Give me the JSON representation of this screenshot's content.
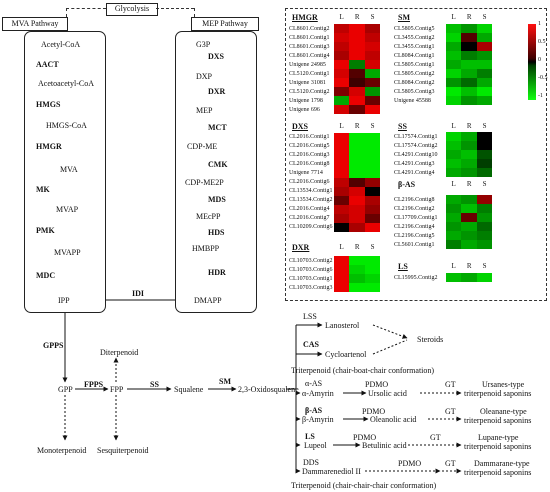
{
  "mva_label": "MVA Pathway",
  "mep_label": "MEP Pathway",
  "glycolysis_label": "Glycolysis",
  "mva": {
    "metabolites": [
      "Acetyl-CoA",
      "Acetoacetyl-CoA",
      "HMGS-CoA",
      "MVA",
      "MVAP",
      "MVAPP",
      "IPP"
    ],
    "enzymes": [
      "AACT",
      "HMGS",
      "HMGR",
      "MK",
      "PMK",
      "MDC"
    ]
  },
  "mep": {
    "metabolites": [
      "G3P",
      "DXP",
      "MEP",
      "CDP-ME",
      "CDP-ME2P",
      "MEcPP",
      "HMBPP",
      "DMAPP"
    ],
    "enzymes": [
      "DXS",
      "DXR",
      "MCT",
      "CMK",
      "MDS",
      "HDS",
      "HDR"
    ]
  },
  "idi_label": "IDI",
  "downstream": {
    "gpps": "GPPS",
    "gpp": "GPP",
    "monoterpenoid": "Monoterpenoid",
    "fpps": "FPPS",
    "fpp": "FPP",
    "sesquiterpenoid": "Sesquiterpenoid",
    "diterpenoid": "Diterpenoid",
    "ss": "SS",
    "squalene": "Squalene",
    "sm": "SM",
    "oxidosqualene": "2,3-Oxidosqualene"
  },
  "triterpene": {
    "lss": "LSS",
    "lanosterol": "Lanosterol",
    "steroids": "Steroids",
    "cas": "CAS",
    "cycloartenol": "Cycloartenol",
    "boat_note": "Triterpenoid  (chair-boat-chair  conformation)",
    "chair_note": "Triterpenoid  (chair-chair-chair  conformation)",
    "a_as": "α-AS",
    "a_amyrin": "α-Amyrin",
    "pdmo1": "PDMO",
    "ursolic": "Ursolic acid",
    "gt1": "GT",
    "ursanes": "Ursanes-type",
    "ursanes2": "triterpenoid saponins",
    "b_as": "β-AS",
    "b_amyrin": "β-Amyrin",
    "pdmo2": "PDMO",
    "oleanolic": "Oleanolic acid",
    "gt2": "GT",
    "oleanane": "Oleanane-type",
    "oleanane2": "triterpenoid saponins",
    "ls": "LS",
    "lupeol": "Lupeol",
    "pdmo3": "PDMO",
    "betulinic": "Betulinic acid",
    "gt3": "GT",
    "lupane": "Lupane-type",
    "lupane2": "triterpenoid saponins",
    "dds": "DDS",
    "dammarenediol": "Dammarenediol II",
    "pdmo4": "PDMO",
    "gt4": "GT",
    "dammarane": "Dammarane-type",
    "dammarane2": "triterpenoid saponins"
  },
  "heatmap_columns": [
    "L",
    "R",
    "S"
  ],
  "colorbar_ticks": [
    "1",
    "0.5",
    "0",
    "-0.5",
    "-1"
  ],
  "panels": {
    "hmgr": {
      "title": "HMGR",
      "genes": [
        "CL8601.Contig2",
        "CL8601.Contig1",
        "CL8601.Contig3",
        "CL8601.Contig4",
        "Unigene 24985",
        "CL5120.Contig1",
        "Unigene 31081",
        "CL5120.Contig2",
        "Unigene 1798",
        "Unigene 696"
      ],
      "cells": [
        [
          0.7,
          0.9,
          0.6
        ],
        [
          0.8,
          0.9,
          0.7
        ],
        [
          0.7,
          0.9,
          0.8
        ],
        [
          0.6,
          0.9,
          0.7
        ],
        [
          0.9,
          -0.4,
          0.8
        ],
        [
          0.8,
          0.2,
          -0.6
        ],
        [
          0.9,
          0.1,
          0.3
        ],
        [
          0.4,
          0.8,
          -0.5
        ],
        [
          -0.6,
          0.9,
          0.3
        ],
        [
          0.8,
          0.3,
          0.9
        ]
      ]
    },
    "dxs": {
      "title": "DXS",
      "genes": [
        "CL2016.Contig1",
        "CL2016.Contig5",
        "CL2016.Contig3",
        "CL2016.Contig8",
        "Unigene 7714",
        "CL2016.Contig6",
        "CL13534.Contig1",
        "CL13534.Contig2",
        "CL2016.Contig4",
        "CL2016.Contig7",
        "CL10209.Contig6"
      ],
      "cells": [
        [
          0.9,
          -0.9,
          -0.9
        ],
        [
          0.9,
          -0.9,
          -0.9
        ],
        [
          0.9,
          -0.9,
          -0.9
        ],
        [
          0.9,
          -0.9,
          -0.9
        ],
        [
          0.9,
          -0.9,
          -0.9
        ],
        [
          0.7,
          0.2,
          0.5
        ],
        [
          0.6,
          0.8,
          0.0
        ],
        [
          0.3,
          0.9,
          0.6
        ],
        [
          0.7,
          0.8,
          0.5
        ],
        [
          0.6,
          0.8,
          0.3
        ],
        [
          0.0,
          0.6,
          0.9
        ]
      ]
    },
    "dxr": {
      "title": "DXR",
      "genes": [
        "CL10703.Contig2",
        "CL10703.Contig6",
        "CL10703.Contig1",
        "CL10703.Contig3"
      ],
      "cells": [
        [
          0.9,
          -0.9,
          -0.9
        ],
        [
          0.9,
          -0.8,
          -0.9
        ],
        [
          0.9,
          -0.7,
          -0.8
        ],
        [
          0.9,
          -0.9,
          -0.9
        ]
      ]
    },
    "sm": {
      "title": "SM",
      "genes": [
        "CL5805.Contig5",
        "CL3455.Contig2",
        "CL3455.Contig1",
        "CL8084.Contig1",
        "CL5805.Contig1",
        "CL5805.Contig2",
        "CL8084.Contig2",
        "CL5805.Contig3",
        "Unigene 45588"
      ],
      "cells": [
        [
          -0.7,
          -0.5,
          -0.8
        ],
        [
          -0.8,
          0.2,
          -0.6
        ],
        [
          -0.6,
          0.0,
          0.6
        ],
        [
          -0.7,
          -0.4,
          -0.5
        ],
        [
          -0.6,
          -0.7,
          -0.7
        ],
        [
          -0.8,
          -0.6,
          -0.4
        ],
        [
          -0.5,
          -0.3,
          -0.6
        ],
        [
          -0.9,
          -0.7,
          -0.9
        ],
        [
          -0.8,
          -0.5,
          -0.6
        ]
      ]
    },
    "ss": {
      "title": "SS",
      "genes": [
        "CL17574.Contig1",
        "CL17574.Contig2",
        "CL4291.Contig10",
        "CL4291.Contig3",
        "CL4291.Contig4"
      ],
      "cells": [
        [
          -0.8,
          -0.6,
          0.0
        ],
        [
          -0.7,
          -0.5,
          0.0
        ],
        [
          -0.6,
          -0.7,
          -0.2
        ],
        [
          -0.7,
          -0.6,
          -0.1
        ],
        [
          -0.6,
          -0.5,
          -0.3
        ]
      ]
    },
    "bas": {
      "title": "β-AS",
      "genes": [
        "CL2196.Contig8",
        "CL2196.Contig2",
        "CL17709.Contig1",
        "CL2196.Contig4",
        "CL2196.Contig5",
        "CL5601.Contig1"
      ],
      "cells": [
        [
          -0.6,
          -0.5,
          0.5
        ],
        [
          -0.5,
          -0.7,
          -0.4
        ],
        [
          -0.6,
          0.3,
          -0.5
        ],
        [
          -0.5,
          -0.6,
          -0.3
        ],
        [
          -0.6,
          -0.5,
          -0.4
        ],
        [
          -0.4,
          -0.6,
          -0.5
        ]
      ]
    },
    "ls": {
      "title": "LS",
      "genes": [
        "CL15995.Contig2"
      ],
      "cells": [
        [
          -0.7,
          -0.6,
          -0.8
        ]
      ]
    }
  }
}
